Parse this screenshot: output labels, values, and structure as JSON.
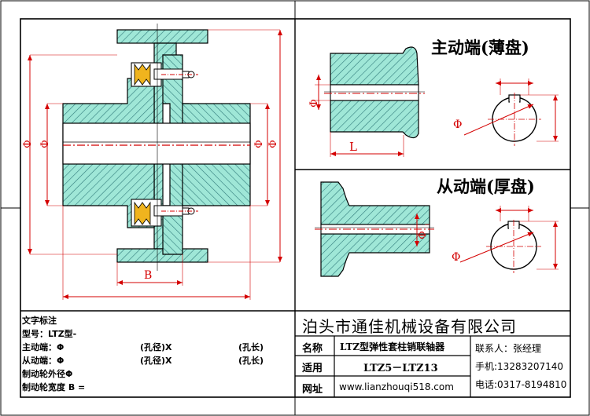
{
  "view_titles": {
    "driving_end": "主动端(薄盘)",
    "driven_end": "从动端(厚盘)"
  },
  "dimension_labels": {
    "diameter_symbol": "Φ",
    "bore_length": "L",
    "brake_width": "B"
  },
  "notes": {
    "heading": "文字标注",
    "model_label": "型号：LTZ型-",
    "driving_end_label": "主动端：Φ",
    "driven_end_label": "从动端：Φ",
    "bore_dia": "(孔径)X",
    "bore_len": "(孔长)",
    "brake_dia": "制动轮外径Φ",
    "brake_width": "制动轮宽度 B ="
  },
  "title_block": {
    "company": "泊头市通佳机械设备有限公司",
    "name_label": "名称",
    "name_value": "LTZ型弹性套柱销联轴器",
    "usage_label": "适用",
    "usage_value": "LTZ5－LTZ13",
    "web_label": "网址",
    "web_value": "www.lianzhouqi518.com",
    "contact": "联系人：张经理",
    "mobile": "手机:13283207140",
    "phone": "电话:0317-8194810"
  },
  "colors": {
    "fill": "#9fe7d7",
    "hatch": "#2f7a7a",
    "dimension": "#d40000",
    "outline": "#000000",
    "spring": "#f0b41e"
  }
}
